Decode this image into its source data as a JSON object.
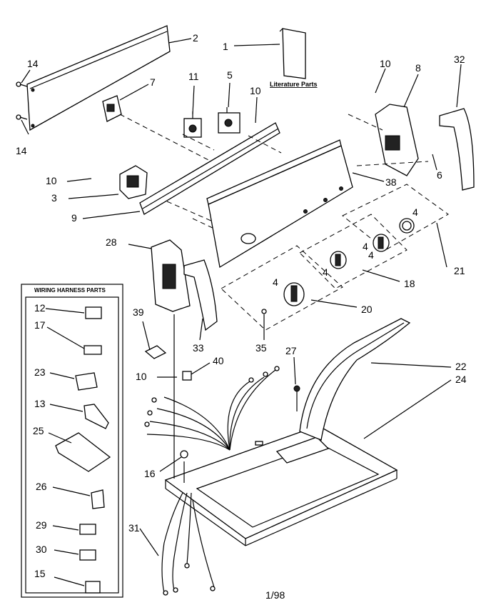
{
  "literature_label": "Literature Parts",
  "wiring_box_title": "WIRING HARNESS PARTS",
  "date_code": "1/98",
  "callouts": {
    "c1": "1",
    "c2": "2",
    "c3": "3",
    "c4a": "4",
    "c4b": "4",
    "c4c": "4",
    "c4d": "4",
    "c4e": "4",
    "c5": "5",
    "c6": "6",
    "c7": "7",
    "c8": "8",
    "c9": "9",
    "c10a": "10",
    "c10b": "10",
    "c10c": "10",
    "c10d": "10",
    "c11": "11",
    "c12": "12",
    "c13": "13",
    "c14a": "14",
    "c14b": "14",
    "c15": "15",
    "c16": "16",
    "c17": "17",
    "c18": "18",
    "c20": "20",
    "c21": "21",
    "c22": "22",
    "c23": "23",
    "c24": "24",
    "c25": "25",
    "c26": "26",
    "c27": "27",
    "c28": "28",
    "c29": "29",
    "c30": "30",
    "c31": "31",
    "c32": "32",
    "c33": "33",
    "c35": "35",
    "c38": "38",
    "c39": "39",
    "c40": "40"
  }
}
